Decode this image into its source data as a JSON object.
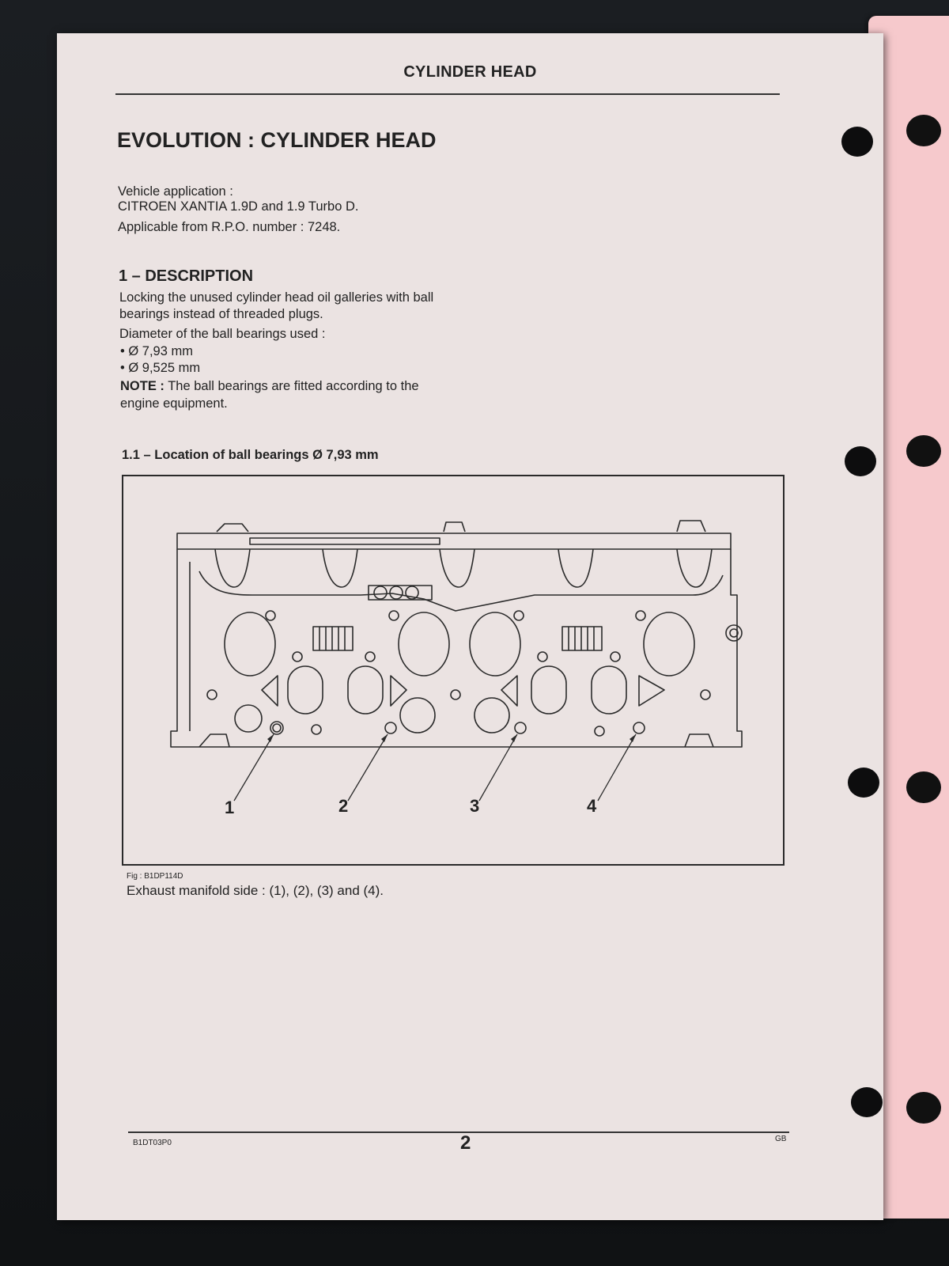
{
  "header": {
    "title": "CYLINDER HEAD"
  },
  "main_title": "EVOLUTION : CYLINDER HEAD",
  "vehicle": {
    "label": "Vehicle application :",
    "model": "CITROEN XANTIA 1.9D and 1.9 Turbo D.",
    "applicable": "Applicable from R.P.O. number : 7248."
  },
  "description": {
    "heading": "1 – DESCRIPTION",
    "text_line1": "Locking the unused cylinder head oil galleries with ball",
    "text_line2": "bearings instead of threaded plugs.",
    "diameter_label": "Diameter of the ball bearings used :",
    "bullets": [
      "• Ø 7,93 mm",
      "• Ø 9,525 mm"
    ],
    "note_label": "NOTE :",
    "note_text_line1": " The ball bearings are fitted according to the",
    "note_text_line2": "engine equipment."
  },
  "subsection": {
    "heading": "1.1 – Location of ball bearings Ø 7,93 mm"
  },
  "figure": {
    "callouts": [
      "1",
      "2",
      "3",
      "4"
    ],
    "code": "Fig : B1DP114D",
    "caption": "Exhaust manifold side : (1), (2), (3) and (4)."
  },
  "footer": {
    "doc_ref": "B1DT03P0",
    "page_number": "2",
    "lang": "GB"
  }
}
